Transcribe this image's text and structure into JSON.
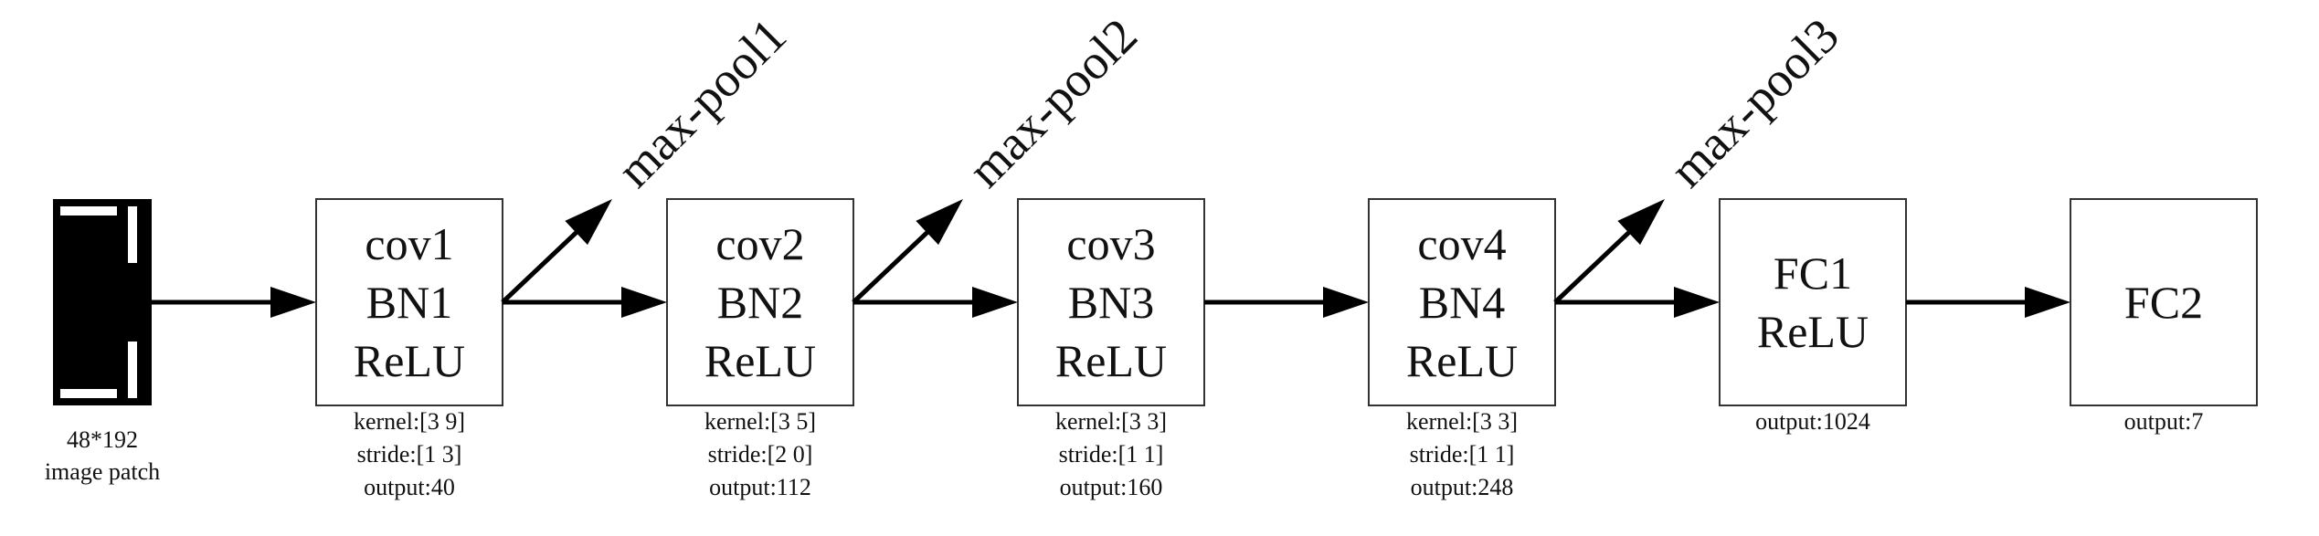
{
  "input": {
    "size_label": "48*192",
    "name_label": "image patch"
  },
  "layers": [
    {
      "lines": [
        "cov1",
        "BN1",
        "ReLU"
      ],
      "params": [
        "kernel:[3 9]",
        "stride:[1 3]",
        "output:40"
      ]
    },
    {
      "lines": [
        "cov2",
        "BN2",
        "ReLU"
      ],
      "params": [
        "kernel:[3 5]",
        "stride:[2 0]",
        "output:112"
      ]
    },
    {
      "lines": [
        "cov3",
        "BN3",
        "ReLU"
      ],
      "params": [
        "kernel:[3 3]",
        "stride:[1 1]",
        "output:160"
      ]
    },
    {
      "lines": [
        "cov4",
        "BN4",
        "ReLU"
      ],
      "params": [
        "kernel:[3 3]",
        "stride:[1 1]",
        "output:248"
      ]
    },
    {
      "lines": [
        "FC1",
        "ReLU"
      ],
      "params": [
        "output:1024"
      ]
    },
    {
      "lines": [
        "FC2"
      ],
      "params": [
        "output:7"
      ]
    }
  ],
  "pools": [
    {
      "label": "max-pool1",
      "after_layer": 0
    },
    {
      "label": "max-pool2",
      "after_layer": 1
    },
    {
      "label": "max-pool3",
      "after_layer": 3
    }
  ]
}
